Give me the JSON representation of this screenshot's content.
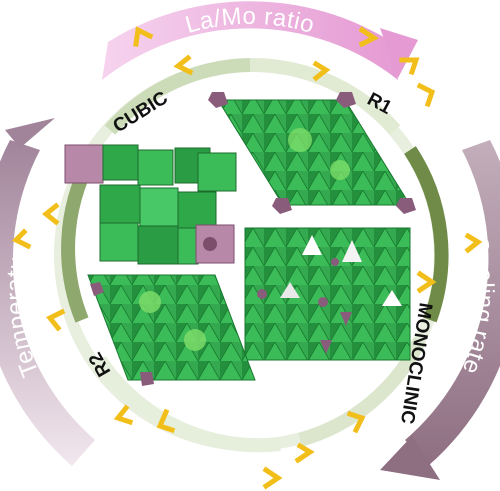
{
  "cycle": {
    "outer": {
      "top_label": "La/Mo ratio",
      "left_label": "Temperature",
      "right_label": "Cooling rate"
    },
    "colors": {
      "top_band": "#e9a8d8",
      "left_band": "#a68a9c",
      "right_band": "#9e8290",
      "inner_ring": "#7f9a5a",
      "inner_ring_light": "#e3edd6",
      "chevron": "#f2be1a",
      "crystal_green": "#2fa84a",
      "crystal_dark": "#1e7d35",
      "crystal_light": "#5ed16d",
      "polyhedra_purple": "#8a5c7c"
    },
    "phases": [
      {
        "label": "CUBIC",
        "icon": "cubic-structure-image"
      },
      {
        "label": "R1",
        "icon": "r1-structure-image"
      },
      {
        "label": "R2",
        "icon": "r2-structure-image"
      },
      {
        "label": "MONOCLINIC",
        "icon": "monoclinic-structure-image"
      }
    ]
  }
}
